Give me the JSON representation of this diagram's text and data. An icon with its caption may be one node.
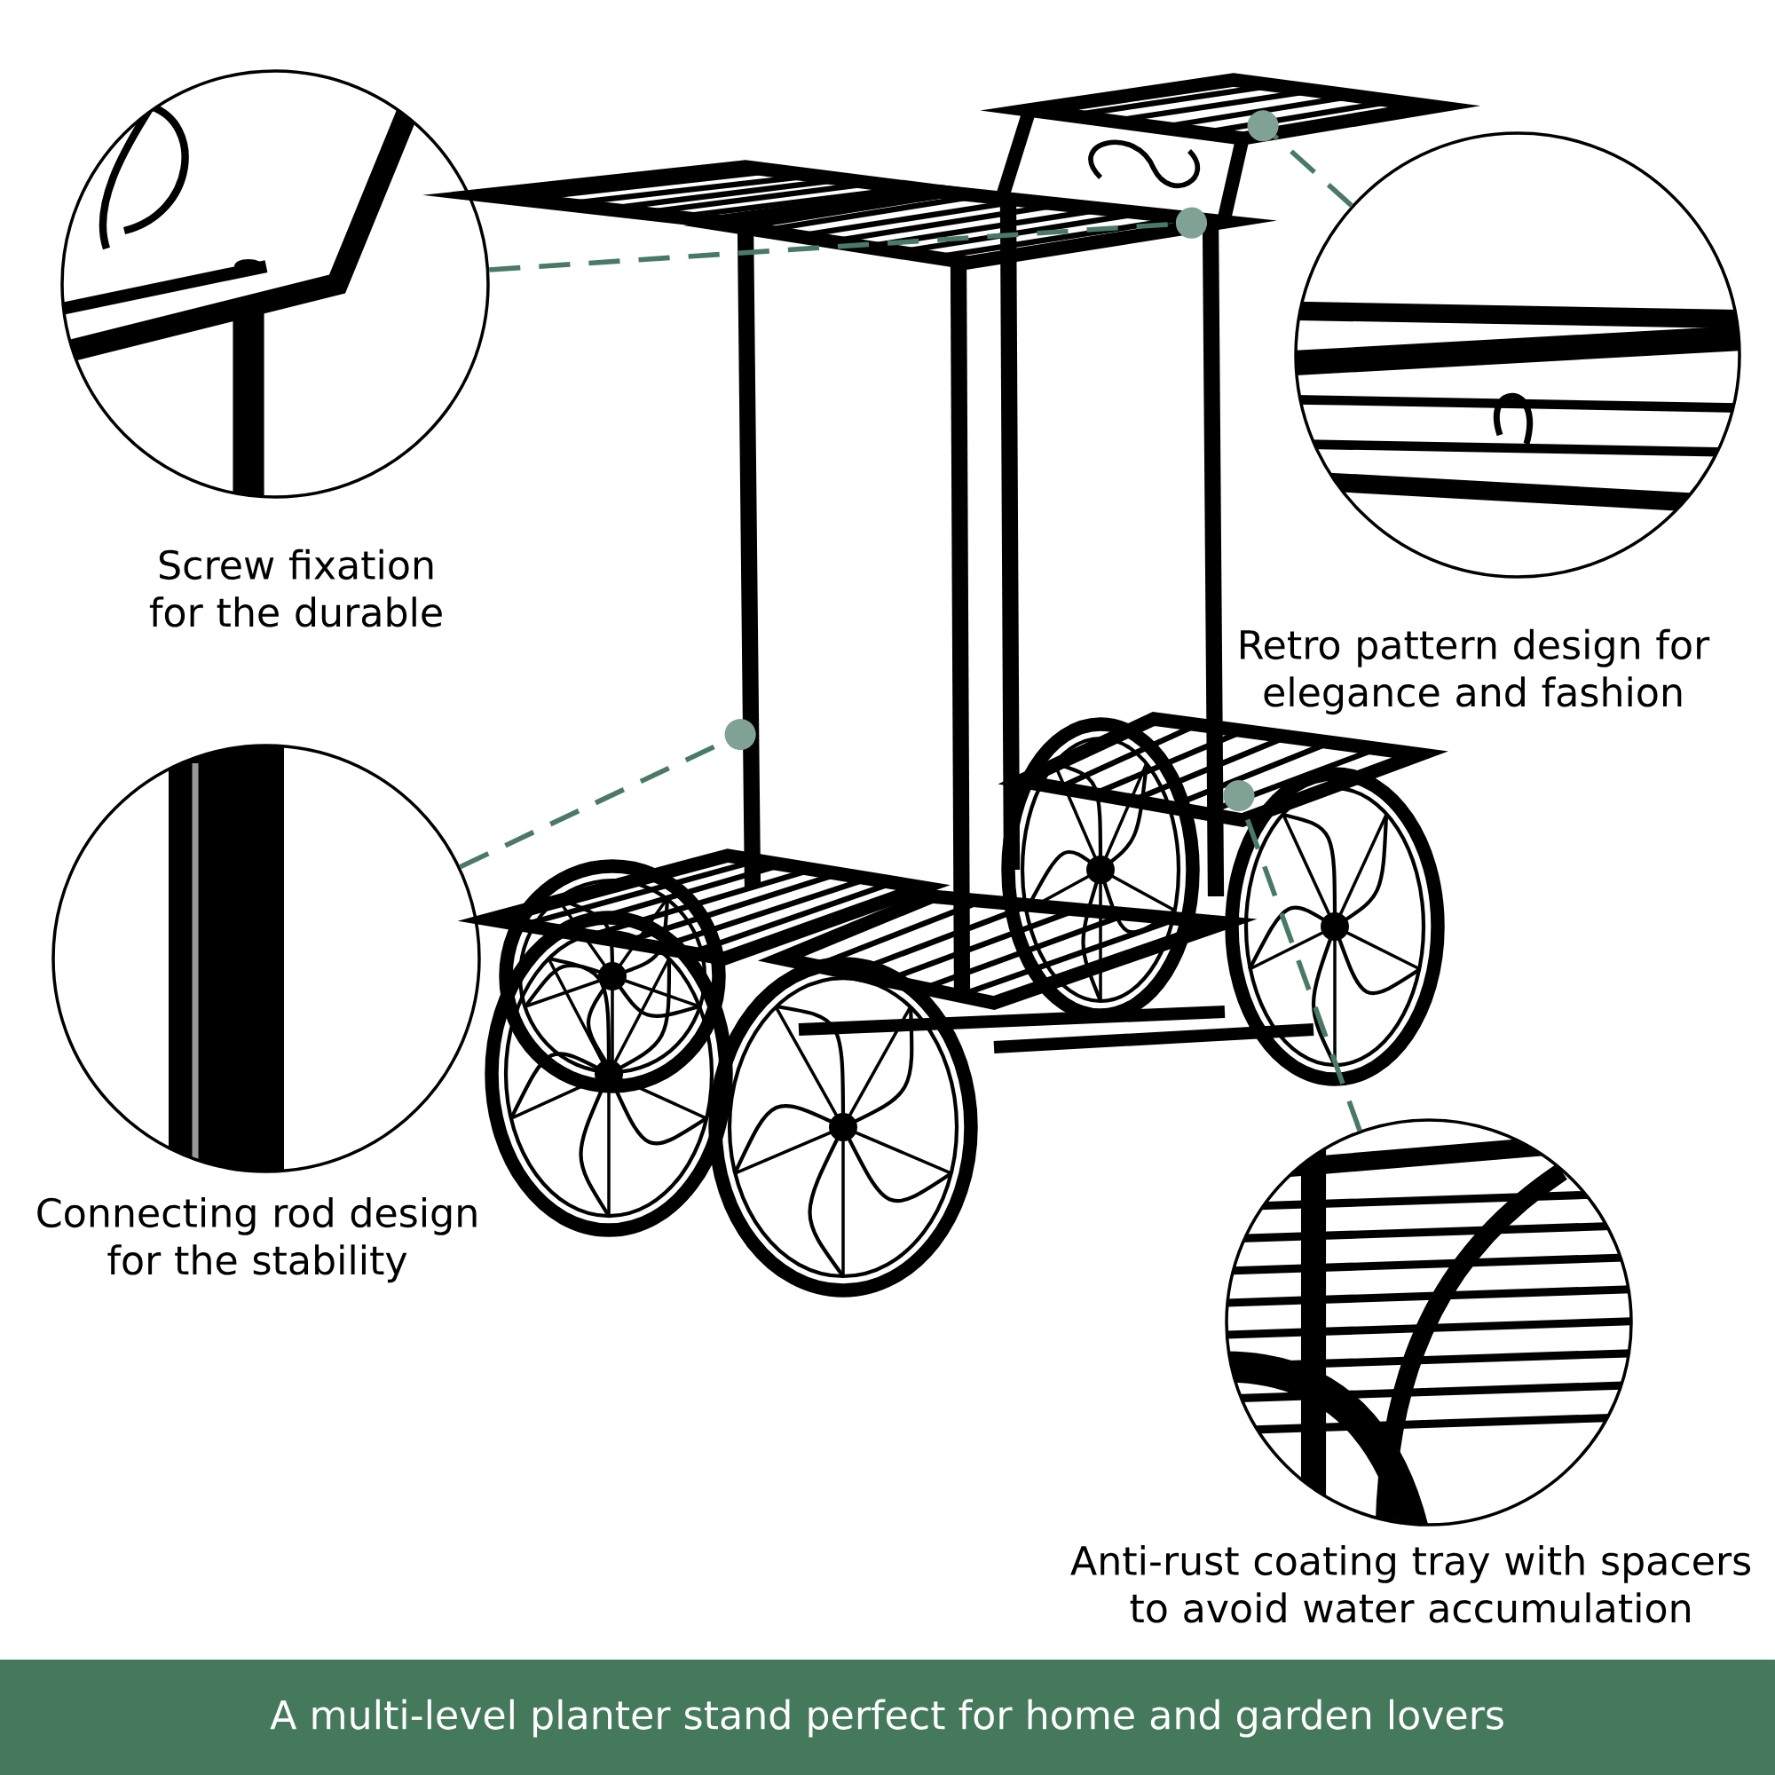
{
  "diagram": {
    "caption": "A multi-level planter stand perfect for home and garden lovers",
    "nodes": [
      {
        "text": [],
        "shape": "picture",
        "beside": [
          "Screw fixation for the durable"
        ]
      },
      {
        "text": [],
        "shape": "picture",
        "beside": [
          "Retro pattern design for elegance and fashion"
        ]
      },
      {
        "text": [],
        "shape": "picture",
        "beside": [
          "Connecting rod design for the stability"
        ]
      },
      {
        "text": [],
        "shape": "picture",
        "beside": [
          "Anti-rust coating tray with spacers to avoid water accumulation"
        ]
      }
    ],
    "edges": [
      {
        "from": 0,
        "to": null,
        "arrow": "other"
      },
      {
        "from": 1,
        "to": null,
        "arrow": "other"
      },
      {
        "from": 2,
        "to": null,
        "arrow": "other"
      },
      {
        "from": 3,
        "to": null,
        "arrow": "other"
      }
    ]
  }
}
